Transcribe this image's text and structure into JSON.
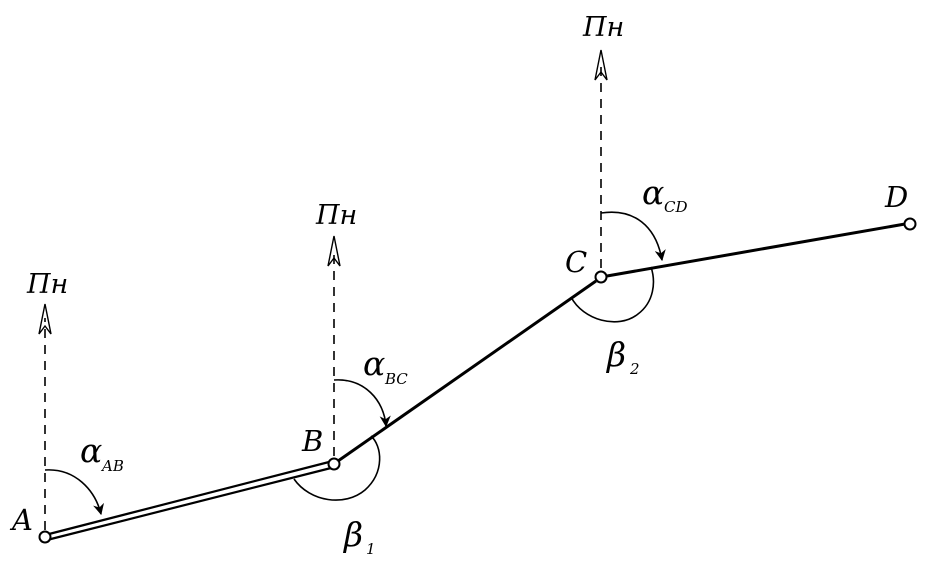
{
  "diagram": {
    "north_label": "Пн",
    "points": {
      "A": "A",
      "B": "B",
      "C": "C",
      "D": "D"
    },
    "angles": {
      "alpha_ab": {
        "symbol": "α",
        "sub": "AB"
      },
      "alpha_bc": {
        "symbol": "α",
        "sub": "BC"
      },
      "alpha_cd": {
        "symbol": "α",
        "sub": "CD"
      },
      "beta_1": {
        "symbol": "β",
        "sub": "1"
      },
      "beta_2": {
        "symbol": "β",
        "sub": "2"
      }
    }
  }
}
